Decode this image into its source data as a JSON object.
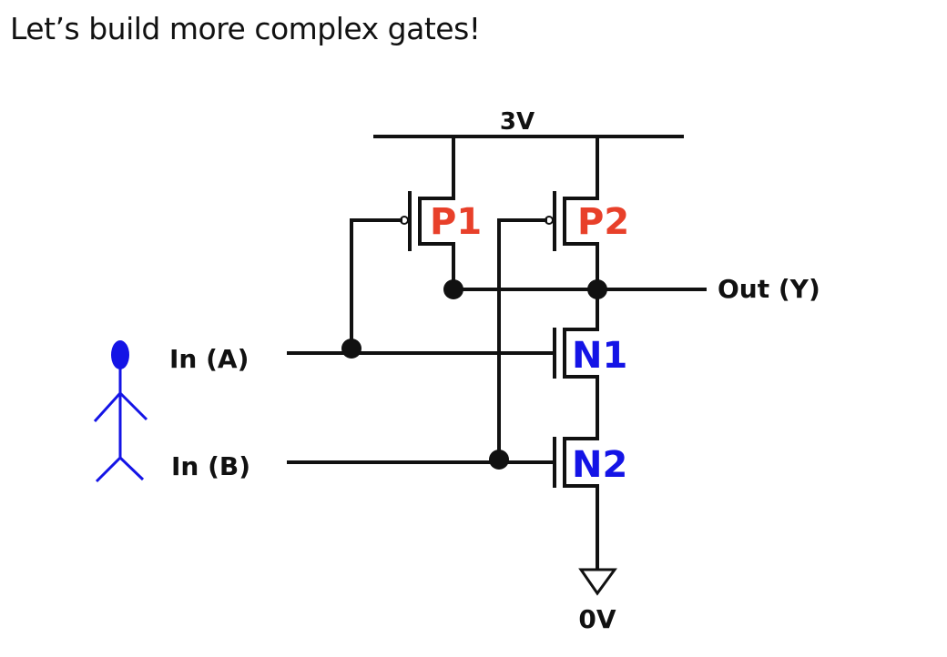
{
  "slide": {
    "title": "Let’s build more complex gates!"
  },
  "circuit": {
    "supply_label": "3V",
    "ground_label": "0V",
    "output_label": "Out (Y)",
    "input_a_label": "In (A)",
    "input_b_label": "In (B)",
    "transistors": [
      {
        "name": "P1",
        "type": "pmos",
        "gate": "A",
        "color": "#e8402a"
      },
      {
        "name": "P2",
        "type": "pmos",
        "gate": "B",
        "color": "#e8402a"
      },
      {
        "name": "N1",
        "type": "nmos",
        "gate": "A",
        "color": "#1414e6"
      },
      {
        "name": "N2",
        "type": "nmos",
        "gate": "B",
        "color": "#1414e6"
      }
    ],
    "person_color": "#1414e6",
    "wire_color": "#111111"
  }
}
